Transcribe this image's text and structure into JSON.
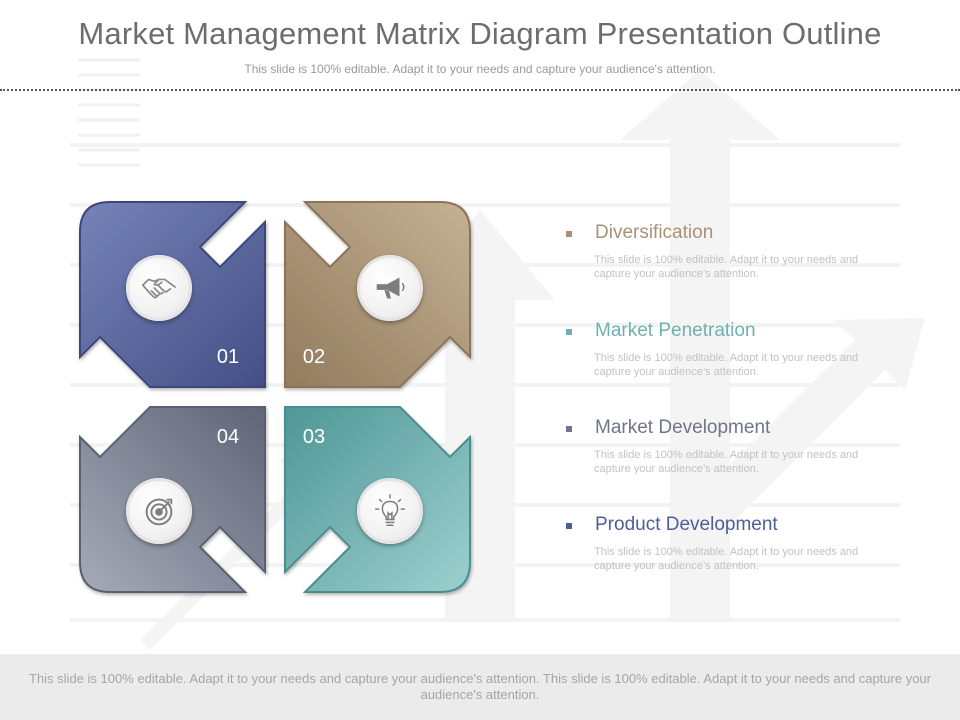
{
  "slide": {
    "title": "Market Management Matrix Diagram Presentation Outline",
    "subtitle": "This slide is 100% editable. Adapt it to your needs and capture your audience's attention.",
    "footer": "This slide is 100% editable. Adapt it to your needs and capture your audience's attention. This slide is 100% editable. Adapt it to your needs and capture your audience's attention."
  },
  "matrix": {
    "quadrants": [
      {
        "number": "01",
        "color": "#4f5d97",
        "icon": "handshake-icon"
      },
      {
        "number": "02",
        "color": "#a99274",
        "icon": "megaphone-icon"
      },
      {
        "number": "03",
        "color": "#6fb1b0",
        "icon": "lightbulb-icon"
      },
      {
        "number": "04",
        "color": "#7b8194",
        "icon": "target-icon"
      }
    ]
  },
  "items": [
    {
      "heading": "Diversification",
      "color": "#a99274",
      "desc": "This slide is 100% editable. Adapt it to your needs and capture your audience’s attention."
    },
    {
      "heading": "Market Penetration",
      "color": "#6fb1b0",
      "desc": "This slide is 100% editable. Adapt it to your needs and capture your audience’s attention."
    },
    {
      "heading": "Market Development",
      "color": "#6f7689",
      "desc": "This slide is 100% editable. Adapt it to your needs and capture your audience’s attention."
    },
    {
      "heading": "Product Development",
      "color": "#4f5d97",
      "desc": "This slide is 100% editable. Adapt it to your needs and capture your audience’s attention."
    }
  ]
}
